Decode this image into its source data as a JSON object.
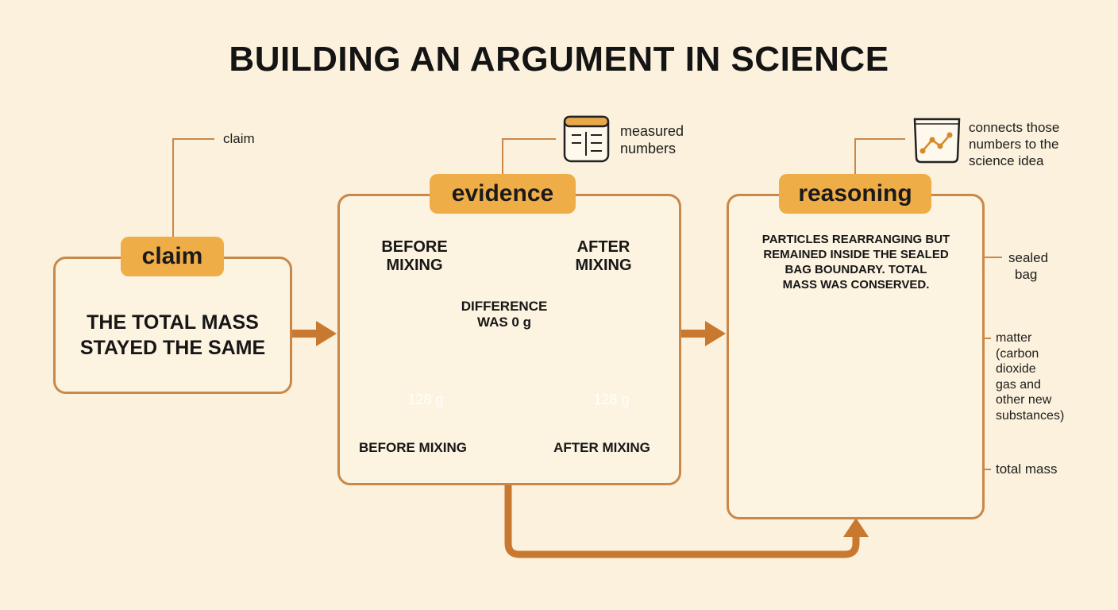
{
  "title": "BUILDING AN ARGUMENT IN SCIENCE",
  "claim": {
    "callout": "claim",
    "tag": "claim",
    "text_line1": "THE TOTAL MASS",
    "text_line2": "STAYED THE SAME"
  },
  "evidence": {
    "callout_line1": "measured",
    "callout_line2": "numbers",
    "tag": "evidence",
    "before_heading_line1": "BEFORE",
    "before_heading_line2": "MIXING",
    "after_heading_line1": "AFTER",
    "after_heading_line2": "MIXING",
    "difference_line1": "DIFFERENCE",
    "difference_line2": "WAS 0 g",
    "before_reading": "128 g",
    "after_reading": "128 g",
    "before_caption": "BEFORE MIXING",
    "after_caption": "AFTER MIXING"
  },
  "reasoning": {
    "callout_line1": "connects those",
    "callout_line2": "numbers to the",
    "callout_line3": "science idea",
    "tag": "reasoning",
    "text_line1": "PARTICLES REARRANGING BUT",
    "text_line2": "REMAINED INSIDE THE SEALED",
    "text_line3": "BAG BOUNDARY. TOTAL",
    "text_line4": "MASS WAS CONSERVED.",
    "label_bag_line1": "sealed",
    "label_bag_line2": "bag",
    "label_matter_lines": [
      "matter",
      "(carbon",
      "dioxide",
      "gas and",
      "other new",
      "substances)"
    ],
    "label_total": "total mass"
  },
  "colors": {
    "background": "#fbf1dc",
    "panel_border": "#c9884a",
    "tag_fill": "#efad48",
    "arrow": "#c9782f"
  }
}
